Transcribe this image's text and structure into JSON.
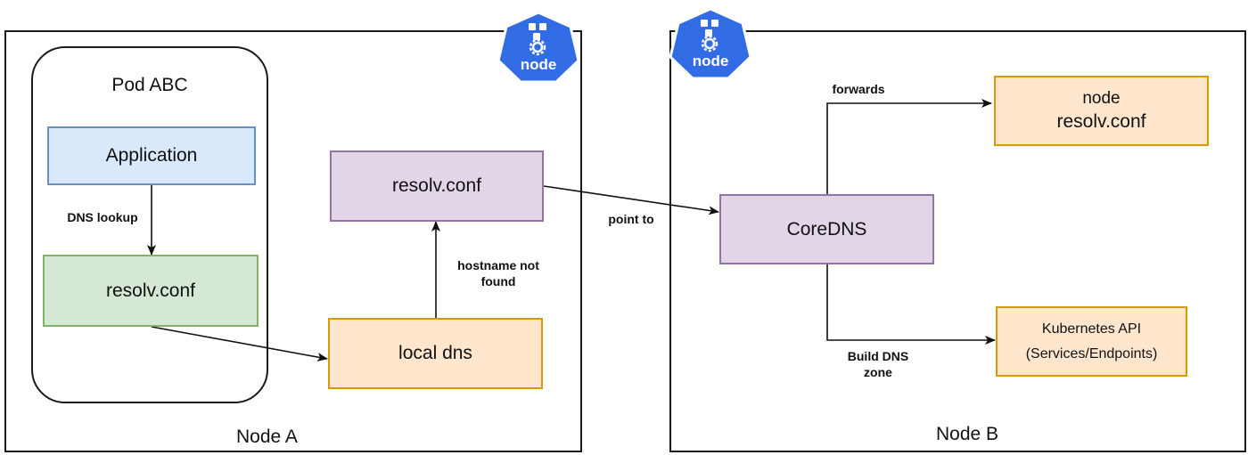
{
  "node_a": {
    "label": "Node A",
    "badge_text": "node",
    "pod": {
      "title": "Pod ABC",
      "application": "Application",
      "resolv": "resolv.conf"
    },
    "resolv": "resolv.conf",
    "local_dns": "local dns",
    "dns_lookup": "DNS lookup",
    "hostname_not_found": "hostname not\nfound"
  },
  "point_to": "point to",
  "node_b": {
    "label": "Node B",
    "badge_text": "node",
    "coredns": "CoreDNS",
    "node_resolv_line1": "node",
    "node_resolv_line2": "resolv.conf",
    "k8s_api_line1": "Kubernetes API",
    "k8s_api_line2": "(Services/Endpoints)",
    "forwards": "forwards",
    "build_dns_zone": "Build DNS\nzone"
  },
  "colors": {
    "blue_fill": "#dae8fc",
    "blue_stroke": "#6c8ebf",
    "green_fill": "#d5e8d4",
    "green_stroke": "#82b366",
    "purple_fill": "#e1d5e7",
    "purple_stroke": "#9673a6",
    "orange_fill": "#ffe6cc",
    "orange_stroke": "#d79b00",
    "badge_blue": "#326ce5"
  }
}
